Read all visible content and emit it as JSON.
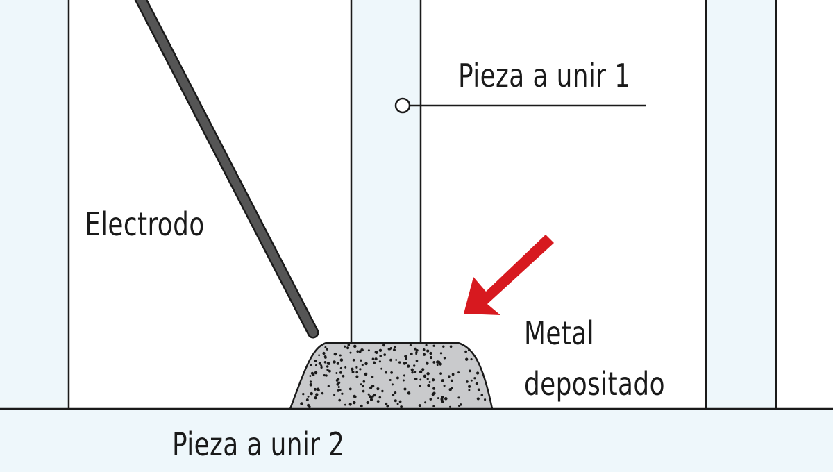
{
  "labels": {
    "pieza1": "Pieza a unir 1",
    "electrodo": "Electrodo",
    "metal_line1": "Metal",
    "metal_line2": "depositado",
    "pieza2": "Pieza a unir 2"
  },
  "colors": {
    "plate_fill": "#eef7fb",
    "outline": "#1a1a1a",
    "electrode": "#555555",
    "weld_fill": "#c9cacc",
    "weld_dots": "#1a1a1a",
    "arrow": "#d7191f"
  }
}
